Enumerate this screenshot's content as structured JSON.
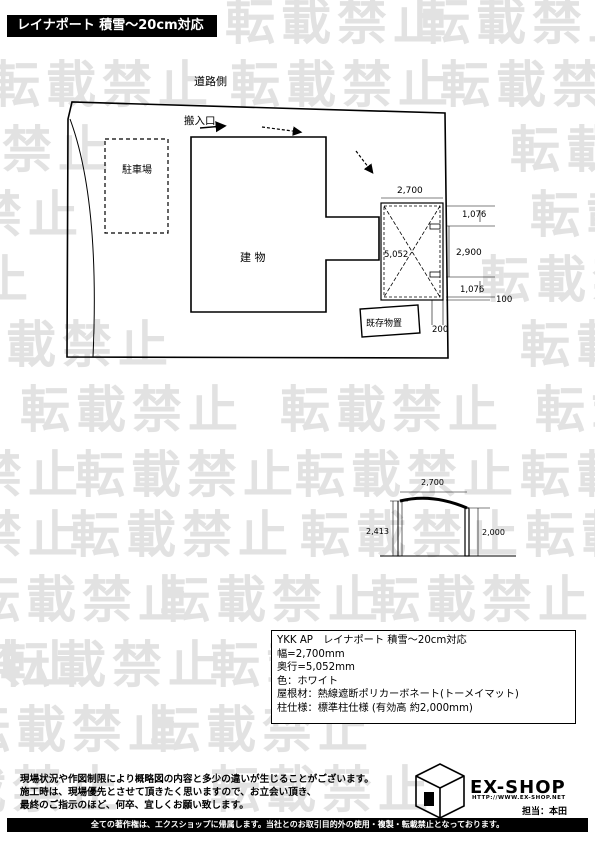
{
  "header": {
    "title": "レイナポート 積雪～20cm対応"
  },
  "watermark": {
    "text": "転載禁止"
  },
  "site_plan": {
    "road_label": "道路側",
    "entrance_label": "搬入口",
    "parking_label": "駐車場",
    "building_label": "建 物",
    "storage_label": "既存物置",
    "dims": {
      "width": "2,700",
      "depth": "5,052",
      "inner": "2,900",
      "offset_top": "1,076",
      "offset_bottom": "1,076",
      "margin_100": "100",
      "margin_200": "200"
    }
  },
  "elevation": {
    "width": "2,700",
    "max_height": "2,413",
    "post_height": "2,000"
  },
  "spec": {
    "line1": "YKK AP　レイナポート 積雪～20cm対応",
    "line2": "幅=2,700mm",
    "line3": "奥行=5,052mm",
    "line4": "色：ホワイト",
    "line5": "屋根材：熱線遮断ポリカーボネート(トーメイマット)",
    "line6": "柱仕様：標準柱仕様 (有効高 約2,000mm)"
  },
  "notes": {
    "line1": "現場状況や作図制限により概略図の内容と多少の違いが生じることがございます。",
    "line2": "施工時は、現場優先とさせて頂きたく思いますので、お立会い頂き、",
    "line3": "最終のご指示のほど、何卒、宜しくお願い致します。"
  },
  "brand": {
    "name": "EX-SHOP",
    "url": "HTTP://WWW.EX-SHOP.NET",
    "contact": "担当：本田"
  },
  "footer": {
    "text": "全ての著作権は、エクスショップに帰属します。当社とのお取引目的外の使用・複製・転載禁止となっております。"
  }
}
